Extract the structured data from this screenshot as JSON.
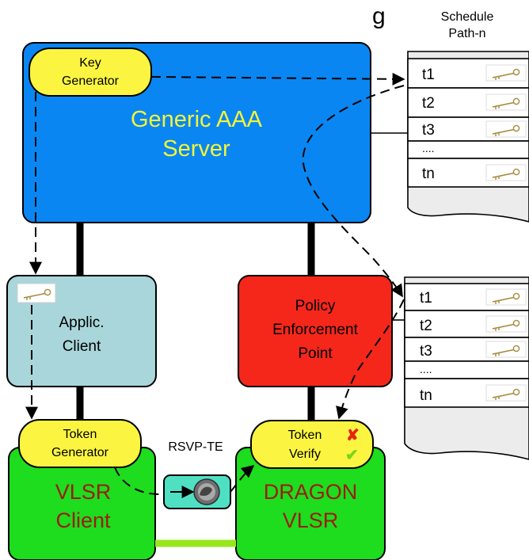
{
  "header": {
    "partial_text": "g"
  },
  "schedule_title": [
    "Schedule",
    "Path-n"
  ],
  "aaa_server": {
    "lines": [
      "Generic AAA",
      "Server"
    ]
  },
  "key_generator": {
    "lines": [
      "Key",
      "Generator"
    ]
  },
  "applic_client": {
    "lines": [
      "Applic.",
      "Client"
    ]
  },
  "pep": {
    "lines": [
      "Policy",
      "Enforcement",
      "Point"
    ]
  },
  "token_generator": {
    "lines": [
      "Token",
      "Generator"
    ]
  },
  "token_verify": {
    "token": "Token",
    "verify": "Verify",
    "token_mark": "✘",
    "verify_mark": "✔"
  },
  "vlsr_client": {
    "lines": [
      "VLSR",
      "Client"
    ]
  },
  "dragon_vlsr": {
    "lines": [
      "DRAGON",
      "VLSR"
    ]
  },
  "rsvp_label": "RSVP-TE",
  "schedule_top": {
    "rows": [
      "t1",
      "t2",
      "t3",
      "....",
      "tn"
    ]
  },
  "schedule_bottom": {
    "rows": [
      "t1",
      "t2",
      "t3",
      "....",
      "tn"
    ]
  },
  "colors": {
    "server_blue": "#0a86f2",
    "teal": "#a9d6da",
    "red": "#f5271b",
    "green": "#1edc1e",
    "yellow": "#fbf541",
    "text_yellow": "#f4f43a",
    "text_dark_red": "#9c1d0c",
    "light_green_link": "#98e61e"
  },
  "icons": [
    "key-icon",
    "coin-token-icon",
    "cross-icon",
    "check-icon"
  ]
}
